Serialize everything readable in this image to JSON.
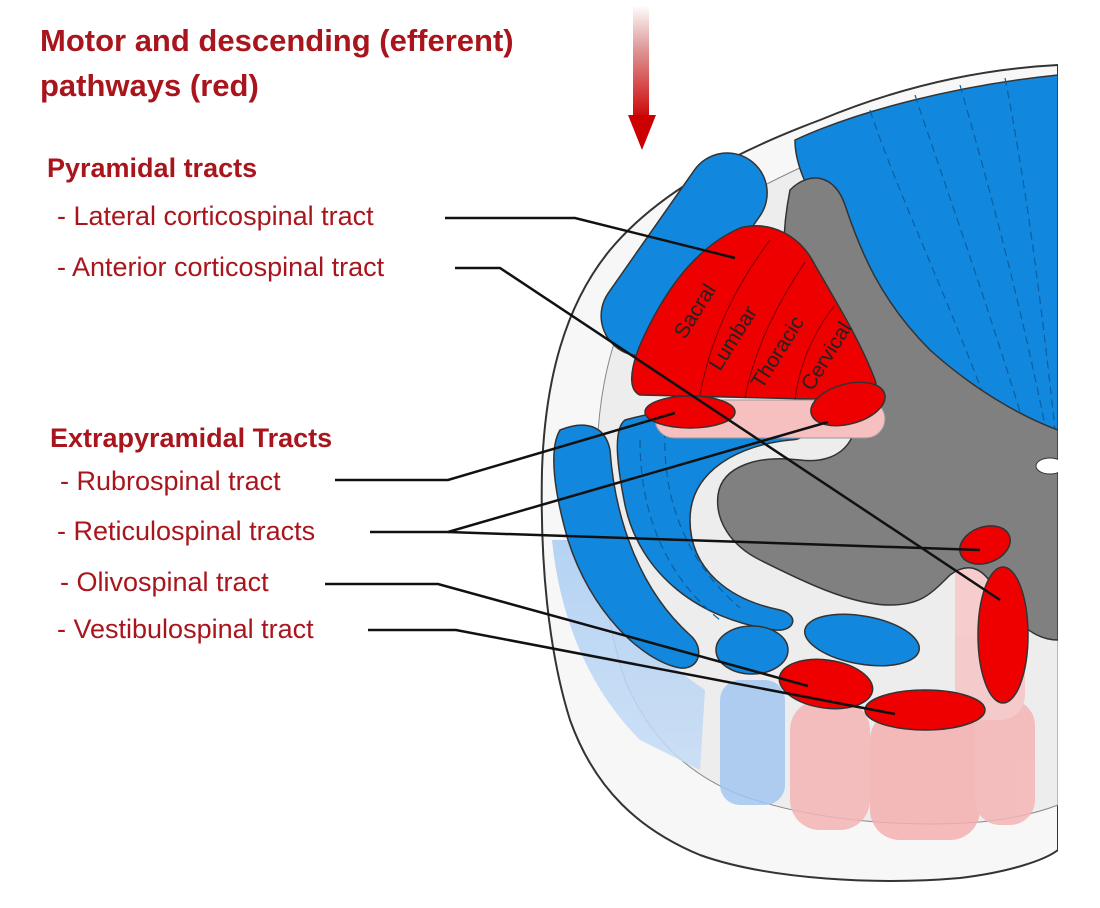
{
  "title": {
    "line1": "Motor and descending (efferent)",
    "line2": "pathways   (red)"
  },
  "pyramidal": {
    "heading": "Pyramidal tracts",
    "items": [
      "- Lateral corticospinal tract",
      "- Anterior corticospinal tract"
    ]
  },
  "extrapyramidal": {
    "heading": "Extrapyramidal Tracts",
    "items": [
      "- Rubrospinal tract",
      "- Reticulospinal tracts",
      "- Olivospinal tract",
      "- Vestibulospinal tract"
    ]
  },
  "segments": [
    "Sacral",
    "Lumbar",
    "Thoracic",
    "Cervical"
  ],
  "colors": {
    "motor_red": "#ee0000",
    "sensory_blue": "#1188dd",
    "grey_matter": "#808080",
    "label_red": "#a8151c"
  }
}
